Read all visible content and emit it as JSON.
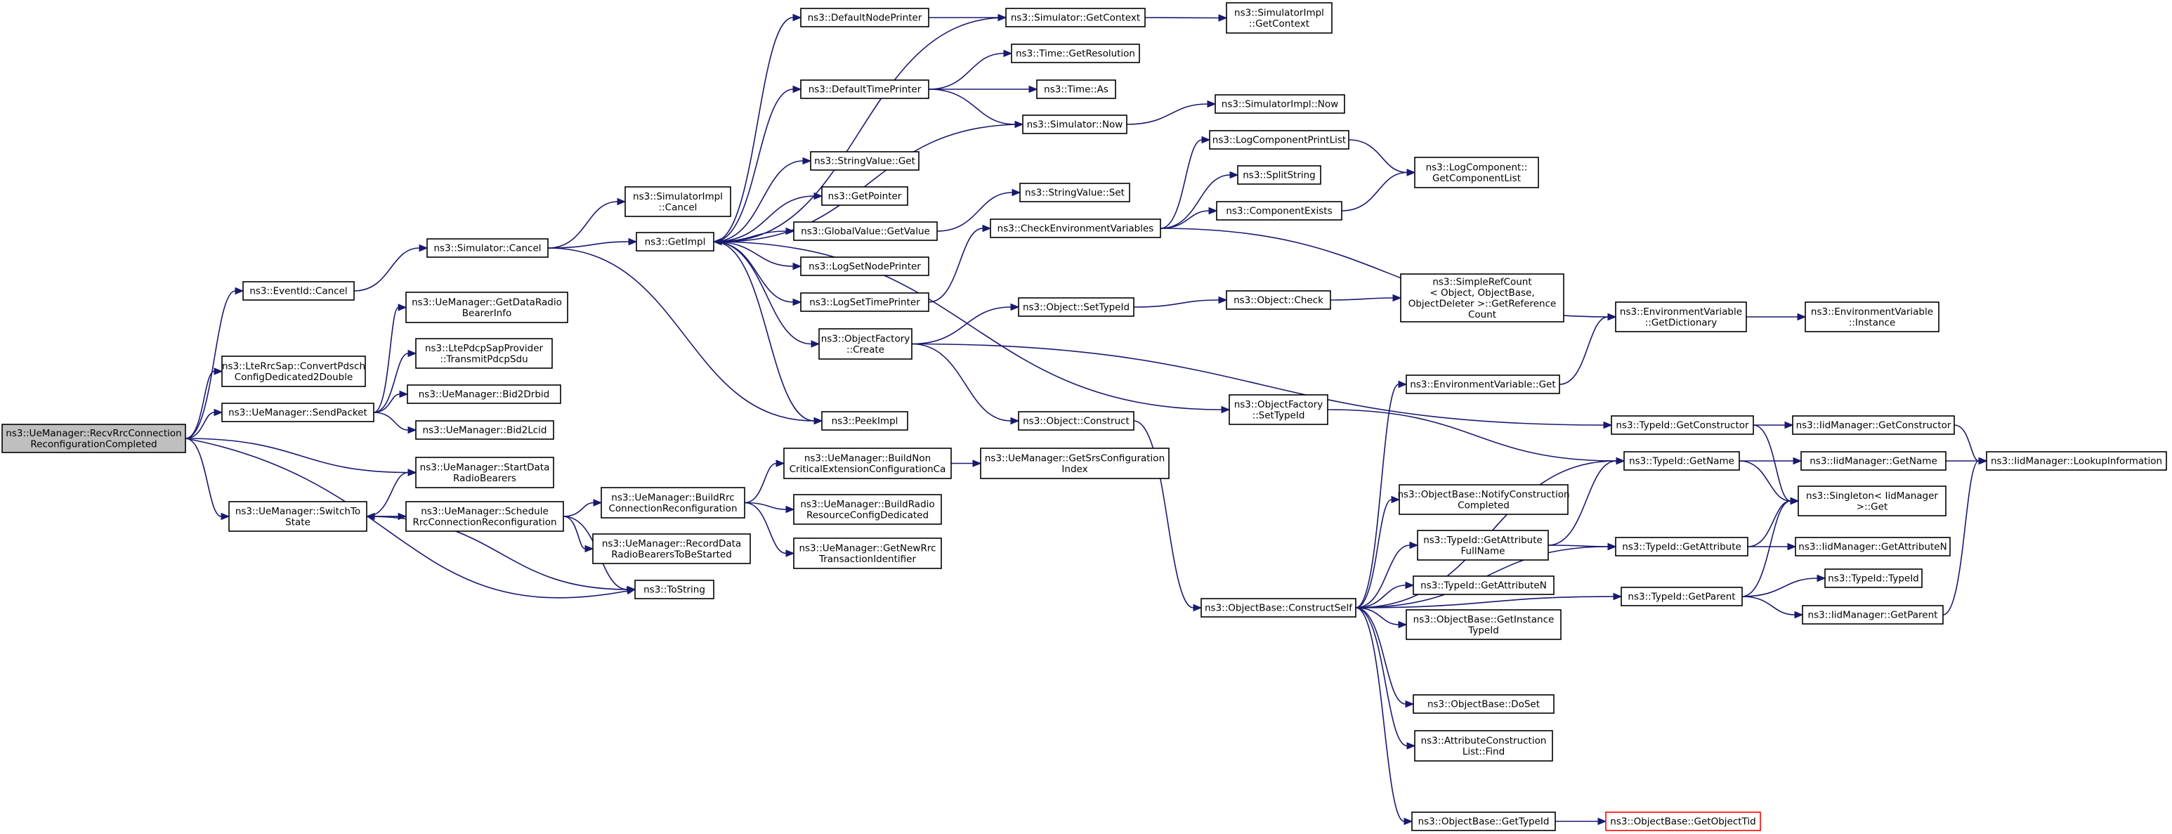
{
  "diagram": {
    "type": "doxygen-call-graph",
    "colors": {
      "edge": "#191970",
      "root_fill": "#bfbfbf",
      "node_border": "#000000",
      "truncated_border": "#ff0000",
      "background": "#ffffff"
    },
    "nodes": [
      {
        "id": "root",
        "lines": [
          "ns3::UeManager::RecvRrcConnection",
          "ReconfigurationCompleted"
        ],
        "root": true
      },
      {
        "id": "evcancel",
        "lines": [
          "ns3::EventId::Cancel"
        ]
      },
      {
        "id": "convert",
        "lines": [
          "ns3::LteRrcSap::ConvertPdsch",
          "ConfigDedicated2Double"
        ]
      },
      {
        "id": "sendpacket",
        "lines": [
          "ns3::UeManager::SendPacket"
        ]
      },
      {
        "id": "switchto",
        "lines": [
          "ns3::UeManager::SwitchTo",
          "State"
        ]
      },
      {
        "id": "simcancel",
        "lines": [
          "ns3::Simulator::Cancel"
        ]
      },
      {
        "id": "getdrb",
        "lines": [
          "ns3::UeManager::GetDataRadio",
          "BearerInfo"
        ]
      },
      {
        "id": "transmitpdcp",
        "lines": [
          "ns3::LtePdcpSapProvider",
          "::TransmitPdcpSdu"
        ]
      },
      {
        "id": "bid2drbid",
        "lines": [
          "ns3::UeManager::Bid2Drbid"
        ]
      },
      {
        "id": "bid2lcid",
        "lines": [
          "ns3::UeManager::Bid2Lcid"
        ]
      },
      {
        "id": "startdata",
        "lines": [
          "ns3::UeManager::StartData",
          "RadioBearers"
        ]
      },
      {
        "id": "schedule",
        "lines": [
          "ns3::UeManager::Schedule",
          "RrcConnectionReconfiguration"
        ]
      },
      {
        "id": "simimplcancel",
        "lines": [
          "ns3::SimulatorImpl",
          "::Cancel"
        ]
      },
      {
        "id": "getimpl",
        "lines": [
          "ns3::GetImpl"
        ]
      },
      {
        "id": "buildrrc",
        "lines": [
          "ns3::UeManager::BuildRrc",
          "ConnectionReconfiguration"
        ]
      },
      {
        "id": "recorddata",
        "lines": [
          "ns3::UeManager::RecordData",
          "RadioBearersToBeStarted"
        ]
      },
      {
        "id": "tostring",
        "lines": [
          "ns3::ToString"
        ]
      },
      {
        "id": "defnodeprinter",
        "lines": [
          "ns3::DefaultNodePrinter"
        ]
      },
      {
        "id": "deftimeprinter",
        "lines": [
          "ns3::DefaultTimePrinter"
        ]
      },
      {
        "id": "stringvalueget",
        "lines": [
          "ns3::StringValue::Get"
        ]
      },
      {
        "id": "getpointer",
        "lines": [
          "ns3::GetPointer"
        ]
      },
      {
        "id": "globalvalueget",
        "lines": [
          "ns3::GlobalValue::GetValue"
        ]
      },
      {
        "id": "logsetnode",
        "lines": [
          "ns3::LogSetNodePrinter"
        ]
      },
      {
        "id": "logsettime",
        "lines": [
          "ns3::LogSetTimePrinter"
        ]
      },
      {
        "id": "objfactcreate",
        "lines": [
          "ns3::ObjectFactory",
          "::Create"
        ]
      },
      {
        "id": "peekimpl",
        "lines": [
          "ns3::PeekImpl"
        ]
      },
      {
        "id": "buildnoncrit",
        "lines": [
          "ns3::UeManager::BuildNon",
          "CriticalExtensionConfigurationCa"
        ]
      },
      {
        "id": "buildradio",
        "lines": [
          "ns3::UeManager::BuildRadio",
          "ResourceConfigDedicated"
        ]
      },
      {
        "id": "getnewrrc",
        "lines": [
          "ns3::UeManager::GetNewRrc",
          "TransactionIdentifier"
        ]
      },
      {
        "id": "simgetcontext",
        "lines": [
          "ns3::Simulator::GetContext"
        ]
      },
      {
        "id": "timegetres",
        "lines": [
          "ns3::Time::GetResolution"
        ]
      },
      {
        "id": "timeas",
        "lines": [
          "ns3::Time::As"
        ]
      },
      {
        "id": "simnow",
        "lines": [
          "ns3::Simulator::Now"
        ]
      },
      {
        "id": "stringvalueset",
        "lines": [
          "ns3::StringValue::Set"
        ]
      },
      {
        "id": "checkenv",
        "lines": [
          "ns3::CheckEnvironmentVariables"
        ]
      },
      {
        "id": "objsettypeid",
        "lines": [
          "ns3::Object::SetTypeId"
        ]
      },
      {
        "id": "objconstruct",
        "lines": [
          "ns3::Object::Construct"
        ]
      },
      {
        "id": "getsrs",
        "lines": [
          "ns3::UeManager::GetSrsConfiguration",
          "Index"
        ]
      },
      {
        "id": "simimplgetctx",
        "lines": [
          "ns3::SimulatorImpl",
          "::GetContext"
        ]
      },
      {
        "id": "simimplnow",
        "lines": [
          "ns3::SimulatorImpl::Now"
        ]
      },
      {
        "id": "logcompprint",
        "lines": [
          "ns3::LogComponentPrintList"
        ]
      },
      {
        "id": "splitstring",
        "lines": [
          "ns3::SplitString"
        ]
      },
      {
        "id": "compexists",
        "lines": [
          "ns3::ComponentExists"
        ]
      },
      {
        "id": "objcheck",
        "lines": [
          "ns3::Object::Check"
        ]
      },
      {
        "id": "objfactsettid",
        "lines": [
          "ns3::ObjectFactory",
          "::SetTypeId"
        ]
      },
      {
        "id": "objbaseconstruct",
        "lines": [
          "ns3::ObjectBase::ConstructSelf"
        ]
      },
      {
        "id": "logcompgetlist",
        "lines": [
          "ns3::LogComponent::",
          "GetComponentList"
        ]
      },
      {
        "id": "simplerefcount",
        "lines": [
          "ns3::SimpleRefCount",
          "< Object, ObjectBase,",
          "ObjectDeleter >::GetReference",
          "Count"
        ]
      },
      {
        "id": "envget",
        "lines": [
          "ns3::EnvironmentVariable::Get"
        ]
      },
      {
        "id": "notifyconstr",
        "lines": [
          "ns3::ObjectBase::NotifyConstruction",
          "Completed"
        ]
      },
      {
        "id": "getattrfullname",
        "lines": [
          "ns3::TypeId::GetAttribute",
          "FullName"
        ]
      },
      {
        "id": "getattrn1",
        "lines": [
          "ns3::TypeId::GetAttributeN"
        ]
      },
      {
        "id": "getinstancetid",
        "lines": [
          "ns3::ObjectBase::GetInstance",
          "TypeId"
        ]
      },
      {
        "id": "doset",
        "lines": [
          "ns3::ObjectBase::DoSet"
        ]
      },
      {
        "id": "attrconstrfind",
        "lines": [
          "ns3::AttributeConstruction",
          "List::Find"
        ]
      },
      {
        "id": "gettypeid",
        "lines": [
          "ns3::ObjectBase::GetTypeId"
        ]
      },
      {
        "id": "envgetdict",
        "lines": [
          "ns3::EnvironmentVariable",
          "::GetDictionary"
        ]
      },
      {
        "id": "tidgetconstructor",
        "lines": [
          "ns3::TypeId::GetConstructor"
        ]
      },
      {
        "id": "tidgetname",
        "lines": [
          "ns3::TypeId::GetName"
        ]
      },
      {
        "id": "tidgetattribute",
        "lines": [
          "ns3::TypeId::GetAttribute"
        ]
      },
      {
        "id": "tidgetparent",
        "lines": [
          "ns3::TypeId::GetParent"
        ]
      },
      {
        "id": "getobjecttid",
        "lines": [
          "ns3::ObjectBase::GetObjectTid"
        ],
        "truncated": true
      },
      {
        "id": "envinstance",
        "lines": [
          "ns3::EnvironmentVariable",
          "::Instance"
        ]
      },
      {
        "id": "iidgetconstructor",
        "lines": [
          "ns3::IidManager::GetConstructor"
        ]
      },
      {
        "id": "iidgetname",
        "lines": [
          "ns3::IidManager::GetName"
        ]
      },
      {
        "id": "singletonget",
        "lines": [
          "ns3::Singleton< IidManager",
          ">::Get"
        ]
      },
      {
        "id": "iidgetattrn",
        "lines": [
          "ns3::IidManager::GetAttributeN"
        ]
      },
      {
        "id": "tidtypeid",
        "lines": [
          "ns3::TypeId::TypeId"
        ]
      },
      {
        "id": "iidgetparent",
        "lines": [
          "ns3::IidManager::GetParent"
        ]
      },
      {
        "id": "iidlookup",
        "lines": [
          "ns3::IidManager::LookupInformation"
        ]
      }
    ]
  }
}
